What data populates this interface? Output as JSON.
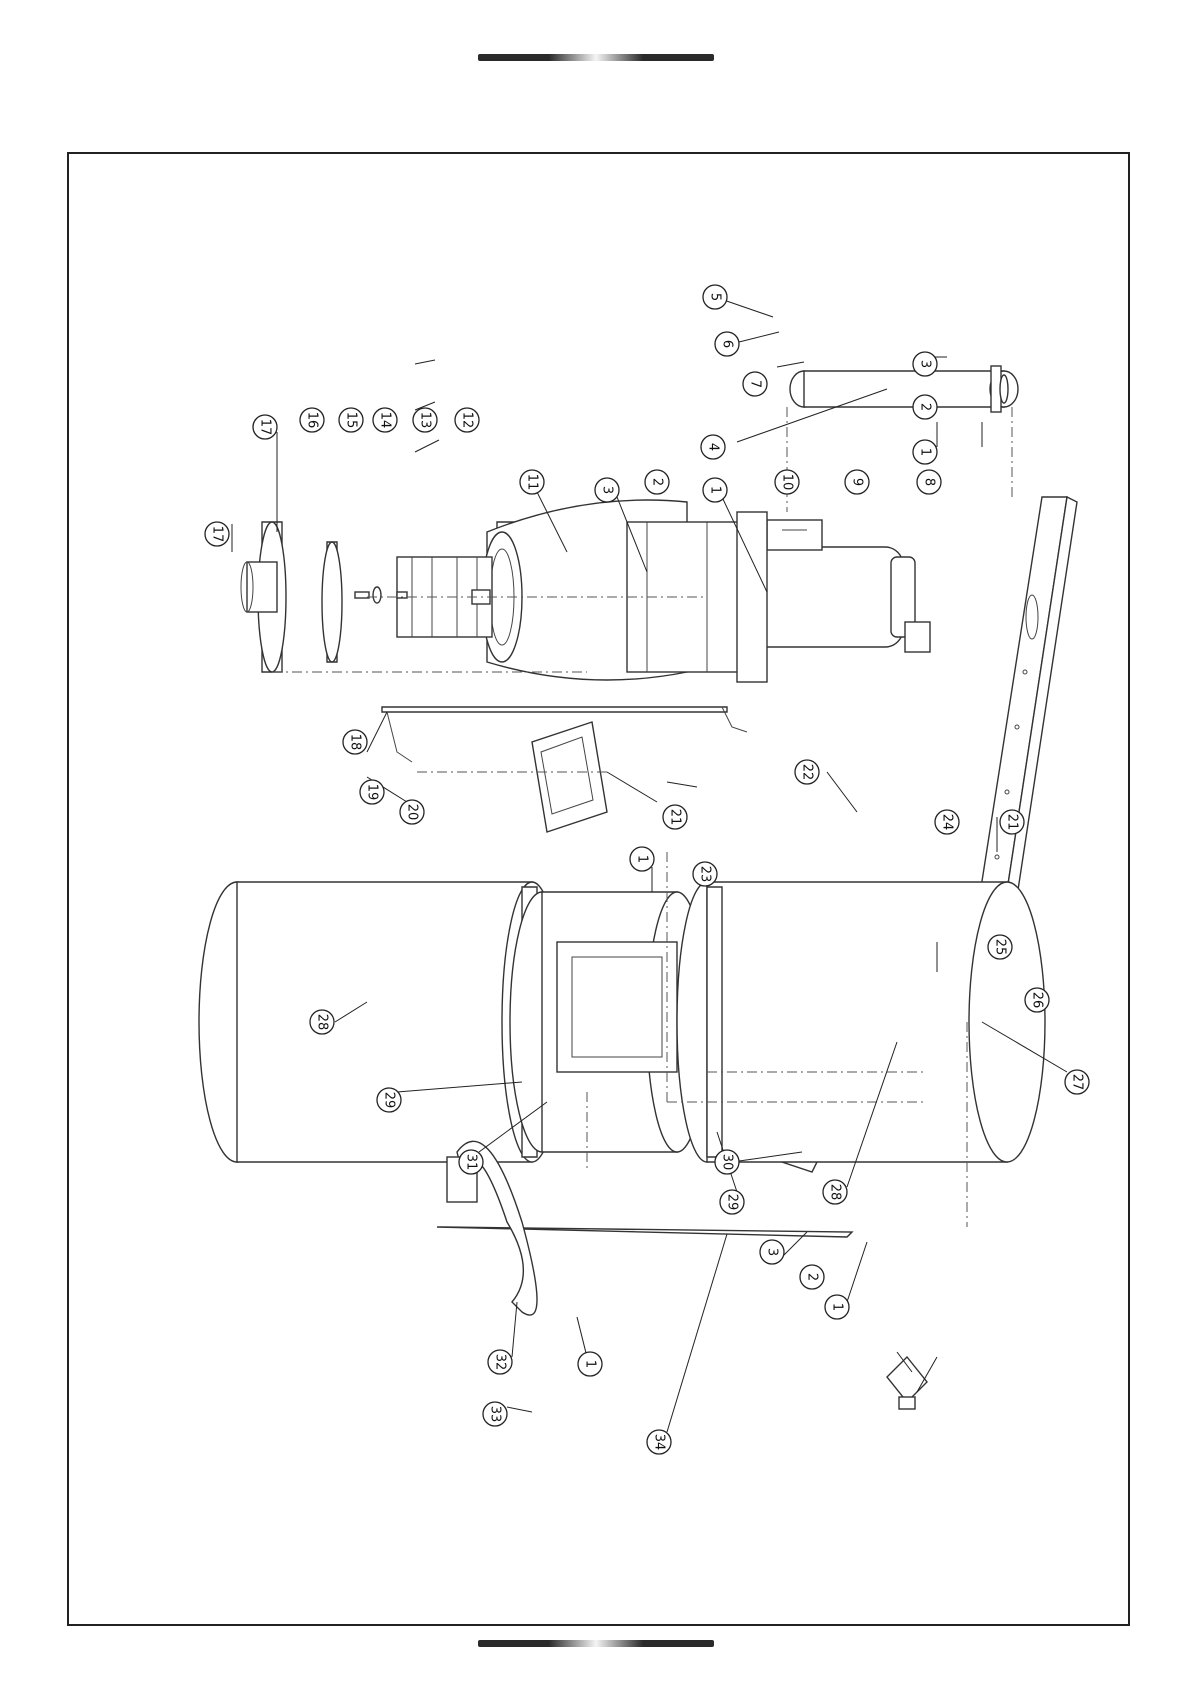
{
  "header": {
    "bar_color_dark": "#2a2a2a",
    "bar_color_light": "#f4f4f4"
  },
  "callouts": [
    {
      "id": "c5",
      "label": "5"
    },
    {
      "id": "c6",
      "label": "6"
    },
    {
      "id": "c7",
      "label": "7"
    },
    {
      "id": "c4",
      "label": "4"
    },
    {
      "id": "c3a",
      "label": "3"
    },
    {
      "id": "c2a",
      "label": "2"
    },
    {
      "id": "c1a",
      "label": "1"
    },
    {
      "id": "c17a",
      "label": "17"
    },
    {
      "id": "c16",
      "label": "16"
    },
    {
      "id": "c15",
      "label": "15"
    },
    {
      "id": "c14",
      "label": "14"
    },
    {
      "id": "c13",
      "label": "13"
    },
    {
      "id": "c12",
      "label": "12"
    },
    {
      "id": "c11",
      "label": "11"
    },
    {
      "id": "c3b",
      "label": "3"
    },
    {
      "id": "c2b",
      "label": "2"
    },
    {
      "id": "c1b",
      "label": "1"
    },
    {
      "id": "c10",
      "label": "10"
    },
    {
      "id": "c9",
      "label": "9"
    },
    {
      "id": "c8",
      "label": "8"
    },
    {
      "id": "c17b",
      "label": "17"
    },
    {
      "id": "c18",
      "label": "18"
    },
    {
      "id": "c19",
      "label": "19"
    },
    {
      "id": "c20",
      "label": "20"
    },
    {
      "id": "c21a",
      "label": "21"
    },
    {
      "id": "c23",
      "label": "23"
    },
    {
      "id": "c1c",
      "label": "1"
    },
    {
      "id": "c22",
      "label": "22"
    },
    {
      "id": "c24",
      "label": "24"
    },
    {
      "id": "c21b",
      "label": "21"
    },
    {
      "id": "c25",
      "label": "25"
    },
    {
      "id": "c26",
      "label": "26"
    },
    {
      "id": "c27",
      "label": "27"
    },
    {
      "id": "c28a",
      "label": "28"
    },
    {
      "id": "c29a",
      "label": "29"
    },
    {
      "id": "c31",
      "label": "31"
    },
    {
      "id": "c30",
      "label": "30"
    },
    {
      "id": "c29b",
      "label": "29"
    },
    {
      "id": "c28b",
      "label": "28"
    },
    {
      "id": "c3c",
      "label": "3"
    },
    {
      "id": "c2c",
      "label": "2"
    },
    {
      "id": "c1d",
      "label": "1"
    },
    {
      "id": "c32",
      "label": "32"
    },
    {
      "id": "c1e",
      "label": "1"
    },
    {
      "id": "c33",
      "label": "33"
    },
    {
      "id": "c34",
      "label": "34"
    }
  ]
}
